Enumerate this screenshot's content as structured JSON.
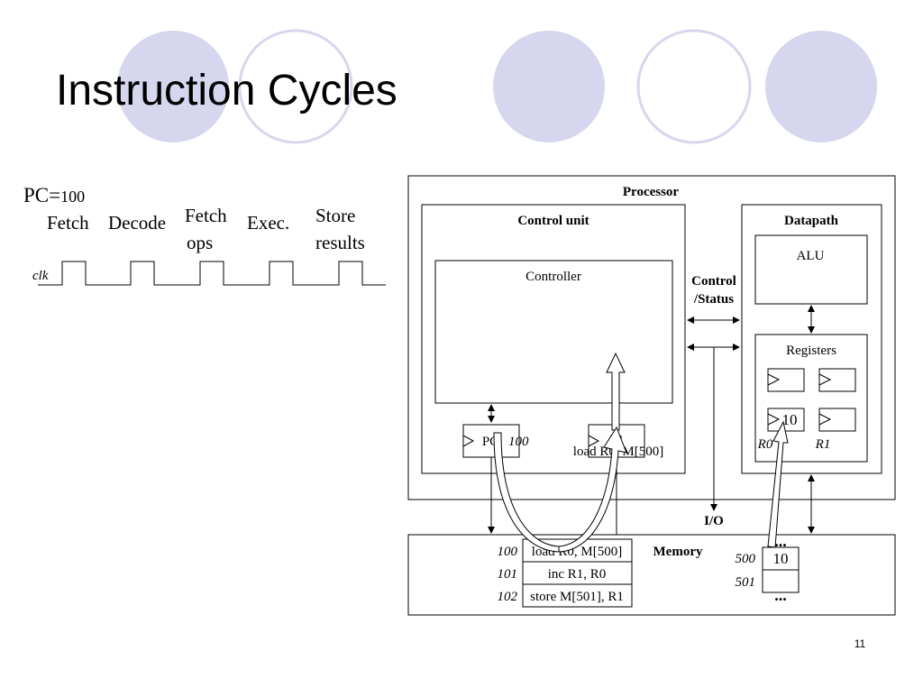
{
  "slide": {
    "title": "Instruction Cycles",
    "page_number": "11",
    "colors": {
      "circle_fill": "#d6d6ee",
      "circle_stroke": "#d6d6ee",
      "ring_stroke": "#d6d6ee",
      "line": "#000000"
    }
  },
  "timing": {
    "pc_prefix": "PC=",
    "pc_value": "100",
    "phases": {
      "fetch": "Fetch",
      "decode": "Decode",
      "fetch_ops_1": "Fetch",
      "fetch_ops_2": "ops",
      "exec": "Exec.",
      "store_1": "Store",
      "store_2": "results"
    },
    "clock_label": "clk"
  },
  "processor": {
    "title": "Processor",
    "control_unit": {
      "title": "Control unit",
      "controller": "Controller",
      "pc_label": "PC",
      "pc_value": "100",
      "ir_label": "IR",
      "ir_value": "load R0, M[500]"
    },
    "control_status": {
      "line1": "Control",
      "line2": "/Status"
    },
    "datapath": {
      "title": "Datapath",
      "alu": "ALU",
      "registers": "Registers",
      "r0_value": "10",
      "r0_label": "R0",
      "r1_label": "R1"
    }
  },
  "io_label": "I/O",
  "memory": {
    "title": "Memory",
    "rows": [
      {
        "addr": "100",
        "content": "load R0, M[500]"
      },
      {
        "addr": "101",
        "content": "inc R1, R0"
      },
      {
        "addr": "102",
        "content": "store M[501], R1"
      }
    ],
    "data_rows": [
      {
        "addr": "500",
        "content": "10"
      },
      {
        "addr": "501",
        "content": ""
      }
    ],
    "ellipsis_top": "...",
    "ellipsis_bottom": "..."
  }
}
